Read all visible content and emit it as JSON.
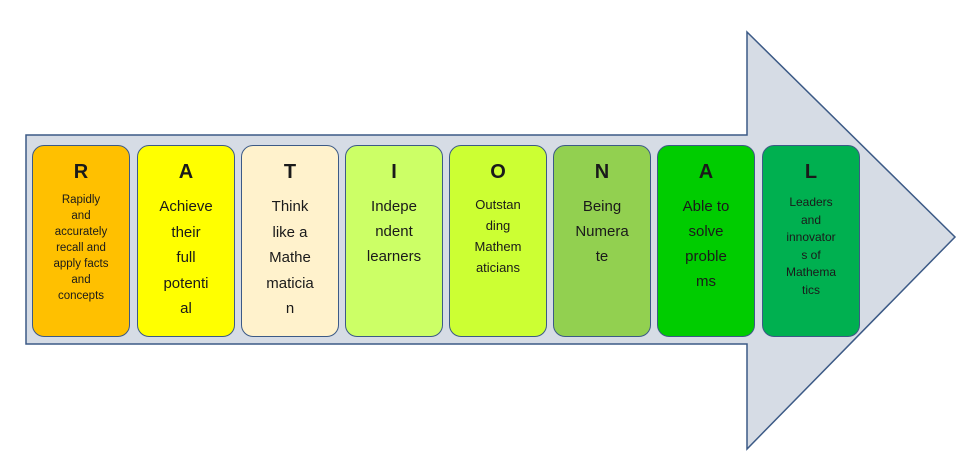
{
  "colors": {
    "arrow_fill": "#d6dce5",
    "arrow_stroke": "#3c5a86"
  },
  "cards": [
    {
      "letter": "R",
      "text": "Rapidly\nand\naccurately\nrecall and\napply facts\nand\nconcepts",
      "color": "#ffc000"
    },
    {
      "letter": "A",
      "text": "Achieve\ntheir\nfull\npotenti\nal",
      "color": "#ffff00"
    },
    {
      "letter": "T",
      "text": "Think\nlike a\nMathe\nmaticia\nn",
      "color": "#fff2cc"
    },
    {
      "letter": "I",
      "text": "Indepe\nndent\nlearners",
      "color": "#ccff66"
    },
    {
      "letter": "O",
      "text": "Outstan\nding\nMathem\naticians",
      "color": "#ccff33"
    },
    {
      "letter": "N",
      "text": "Being\nNumera\nte",
      "color": "#92d050"
    },
    {
      "letter": "A",
      "text": "Able to\nsolve\nproble\nms",
      "color": "#00cc00"
    },
    {
      "letter": "L",
      "text": "Leaders\nand\ninnovator\ns of\nMathema\ntics",
      "color": "#00b050"
    }
  ]
}
